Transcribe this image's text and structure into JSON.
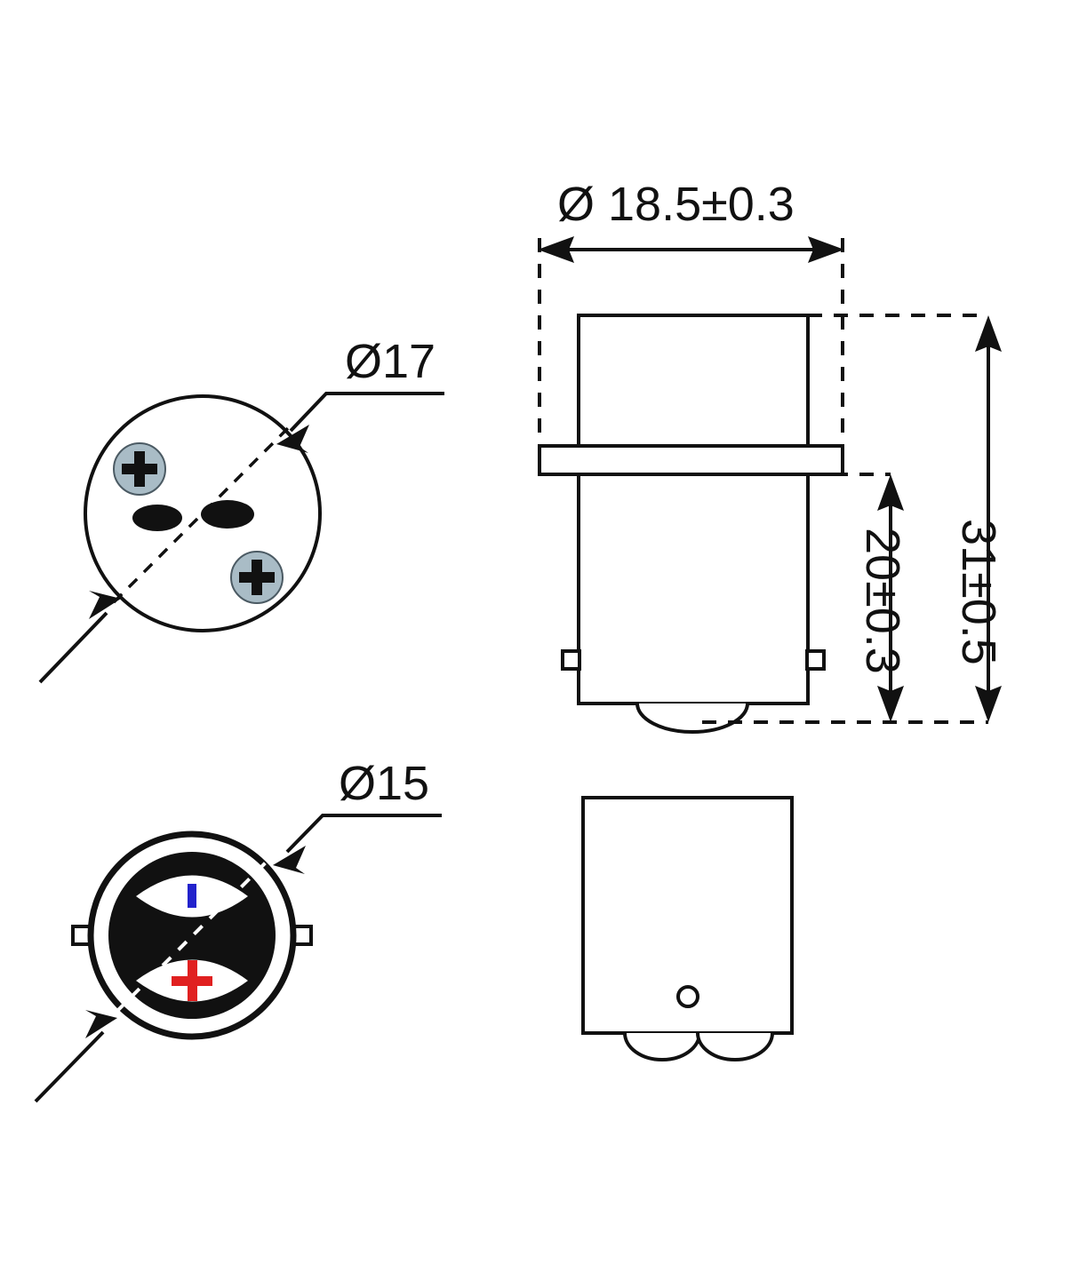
{
  "drawing": {
    "title": "BA15d LED bulb dimensional drawing",
    "background_color": "#ffffff",
    "line_color": "#111111",
    "screw_head_color": "#a9bcc6",
    "positive_mark_color": "#e02020",
    "negative_mark_color": "#2222cc"
  },
  "dimensions": {
    "diameter_top_cap": "Ø 18.5±0.3",
    "total_height": "31±0.5",
    "base_height": "20±0.3",
    "top_view_diameter": "Ø17",
    "bottom_view_diameter": "Ø15"
  },
  "views": {
    "top_view": {
      "name": "Top view – lens face",
      "label": "Ø17",
      "features": [
        {
          "name": "screw-upper-left",
          "type": "phillips-screw"
        },
        {
          "name": "screw-lower-right",
          "type": "phillips-screw"
        },
        {
          "name": "slot-left",
          "type": "oval-slot"
        },
        {
          "name": "slot-right",
          "type": "oval-slot"
        },
        {
          "name": "center-line",
          "type": "dashed-diagonal"
        }
      ]
    },
    "bottom_view": {
      "name": "Bottom view – bayonet base contacts",
      "label": "Ø15",
      "features": [
        {
          "name": "contact-upper",
          "type": "lens-contact",
          "polarity": "−",
          "color": "#2222cc"
        },
        {
          "name": "contact-lower",
          "type": "lens-contact",
          "polarity": "+",
          "color": "#e02020"
        },
        {
          "name": "bayonet-pin-left",
          "type": "tab"
        },
        {
          "name": "bayonet-pin-right",
          "type": "tab"
        },
        {
          "name": "center-line",
          "type": "dashed-diagonal"
        }
      ]
    },
    "side_view": {
      "name": "Side elevation",
      "parts": [
        "lens-body",
        "flange",
        "bayonet-cap",
        "bayonet-pins",
        "solder-contact"
      ]
    },
    "front_view": {
      "name": "Front elevation – base",
      "parts": [
        "base-body",
        "vent-hole",
        "contact-bump-left",
        "contact-bump-right"
      ]
    }
  }
}
